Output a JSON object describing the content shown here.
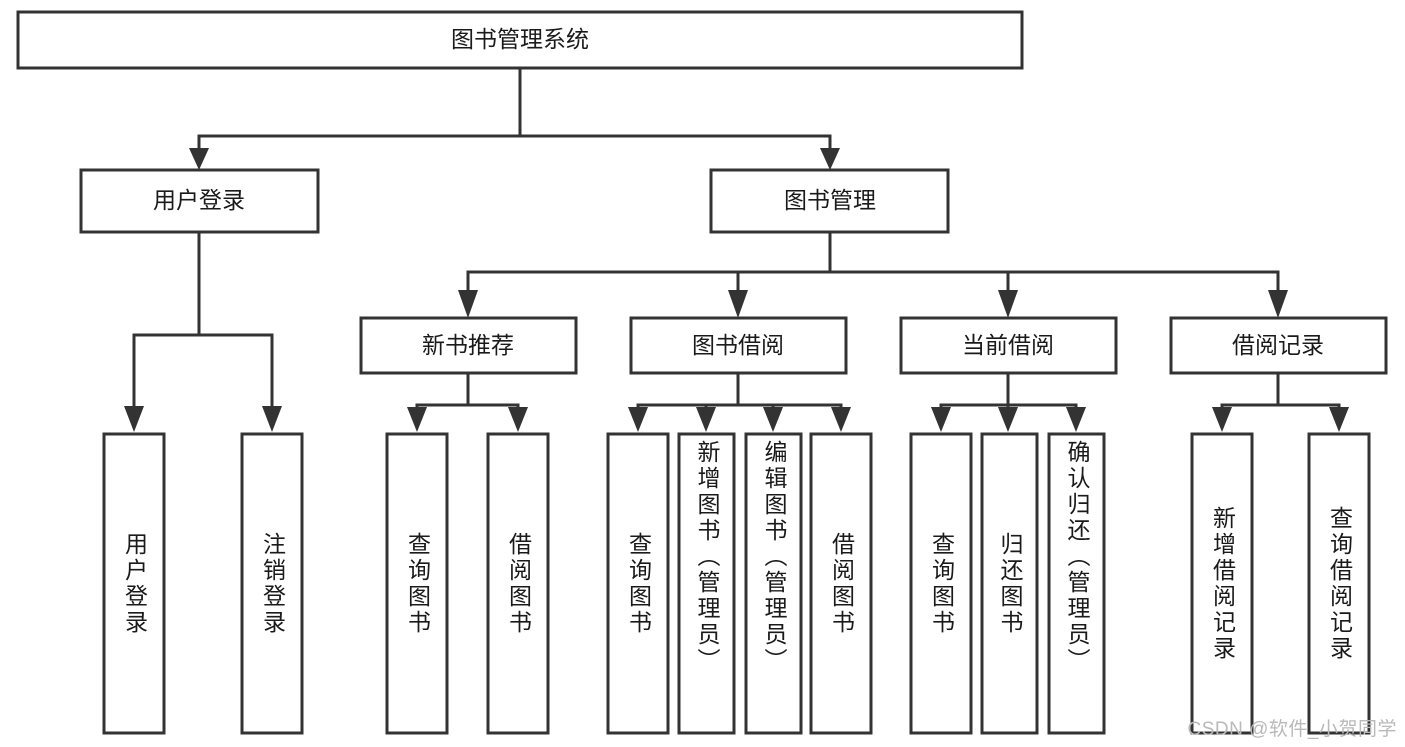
{
  "diagram": {
    "type": "tree",
    "title": "图书管理系统",
    "background_color": "#ffffff",
    "box_stroke_color": "#333333",
    "text_color": "#1a1a1a",
    "root": {
      "id": "root",
      "label": "图书管理系统",
      "orientation": "horizontal"
    },
    "level2": [
      {
        "id": "user-login",
        "label": "用户登录",
        "orientation": "horizontal"
      },
      {
        "id": "book-management",
        "label": "图书管理",
        "orientation": "horizontal"
      }
    ],
    "level3": [
      {
        "id": "new-book-recommend",
        "label": "新书推荐",
        "orientation": "horizontal",
        "parent": "book-management"
      },
      {
        "id": "book-borrow",
        "label": "图书借阅",
        "orientation": "horizontal",
        "parent": "book-management"
      },
      {
        "id": "current-borrow",
        "label": "当前借阅",
        "orientation": "horizontal",
        "parent": "book-management"
      },
      {
        "id": "borrow-record",
        "label": "借阅记录",
        "orientation": "horizontal",
        "parent": "book-management"
      }
    ],
    "leaves": [
      {
        "id": "leaf-user-login",
        "label": "用户登录",
        "orientation": "vertical",
        "parent": "user-login"
      },
      {
        "id": "leaf-user-logout",
        "label": "注销登录",
        "orientation": "vertical",
        "parent": "user-login"
      },
      {
        "id": "leaf-query-book-1",
        "label": "查询图书",
        "orientation": "vertical",
        "parent": "new-book-recommend"
      },
      {
        "id": "leaf-borrow-book-1",
        "label": "借阅图书",
        "orientation": "vertical",
        "parent": "new-book-recommend"
      },
      {
        "id": "leaf-query-book-2",
        "label": "查询图书",
        "orientation": "vertical",
        "parent": "book-borrow"
      },
      {
        "id": "leaf-add-book",
        "label": "新增图书（管理员）",
        "orientation": "vertical",
        "parent": "book-borrow"
      },
      {
        "id": "leaf-edit-book",
        "label": "编辑图书（管理员）",
        "orientation": "vertical",
        "parent": "book-borrow"
      },
      {
        "id": "leaf-borrow-book-2",
        "label": "借阅图书",
        "orientation": "vertical",
        "parent": "book-borrow"
      },
      {
        "id": "leaf-query-book-3",
        "label": "查询图书",
        "orientation": "vertical",
        "parent": "current-borrow"
      },
      {
        "id": "leaf-return-book",
        "label": "归还图书",
        "orientation": "vertical",
        "parent": "current-borrow"
      },
      {
        "id": "leaf-confirm-return",
        "label": "确认归还（管理员）",
        "orientation": "vertical",
        "parent": "current-borrow"
      },
      {
        "id": "leaf-add-record",
        "label": "新增借阅记录",
        "orientation": "vertical",
        "parent": "borrow-record"
      },
      {
        "id": "leaf-query-record",
        "label": "查询借阅记录",
        "orientation": "vertical",
        "parent": "borrow-record"
      }
    ]
  },
  "watermark": {
    "text": "CSDN @软件_小贺同学"
  }
}
